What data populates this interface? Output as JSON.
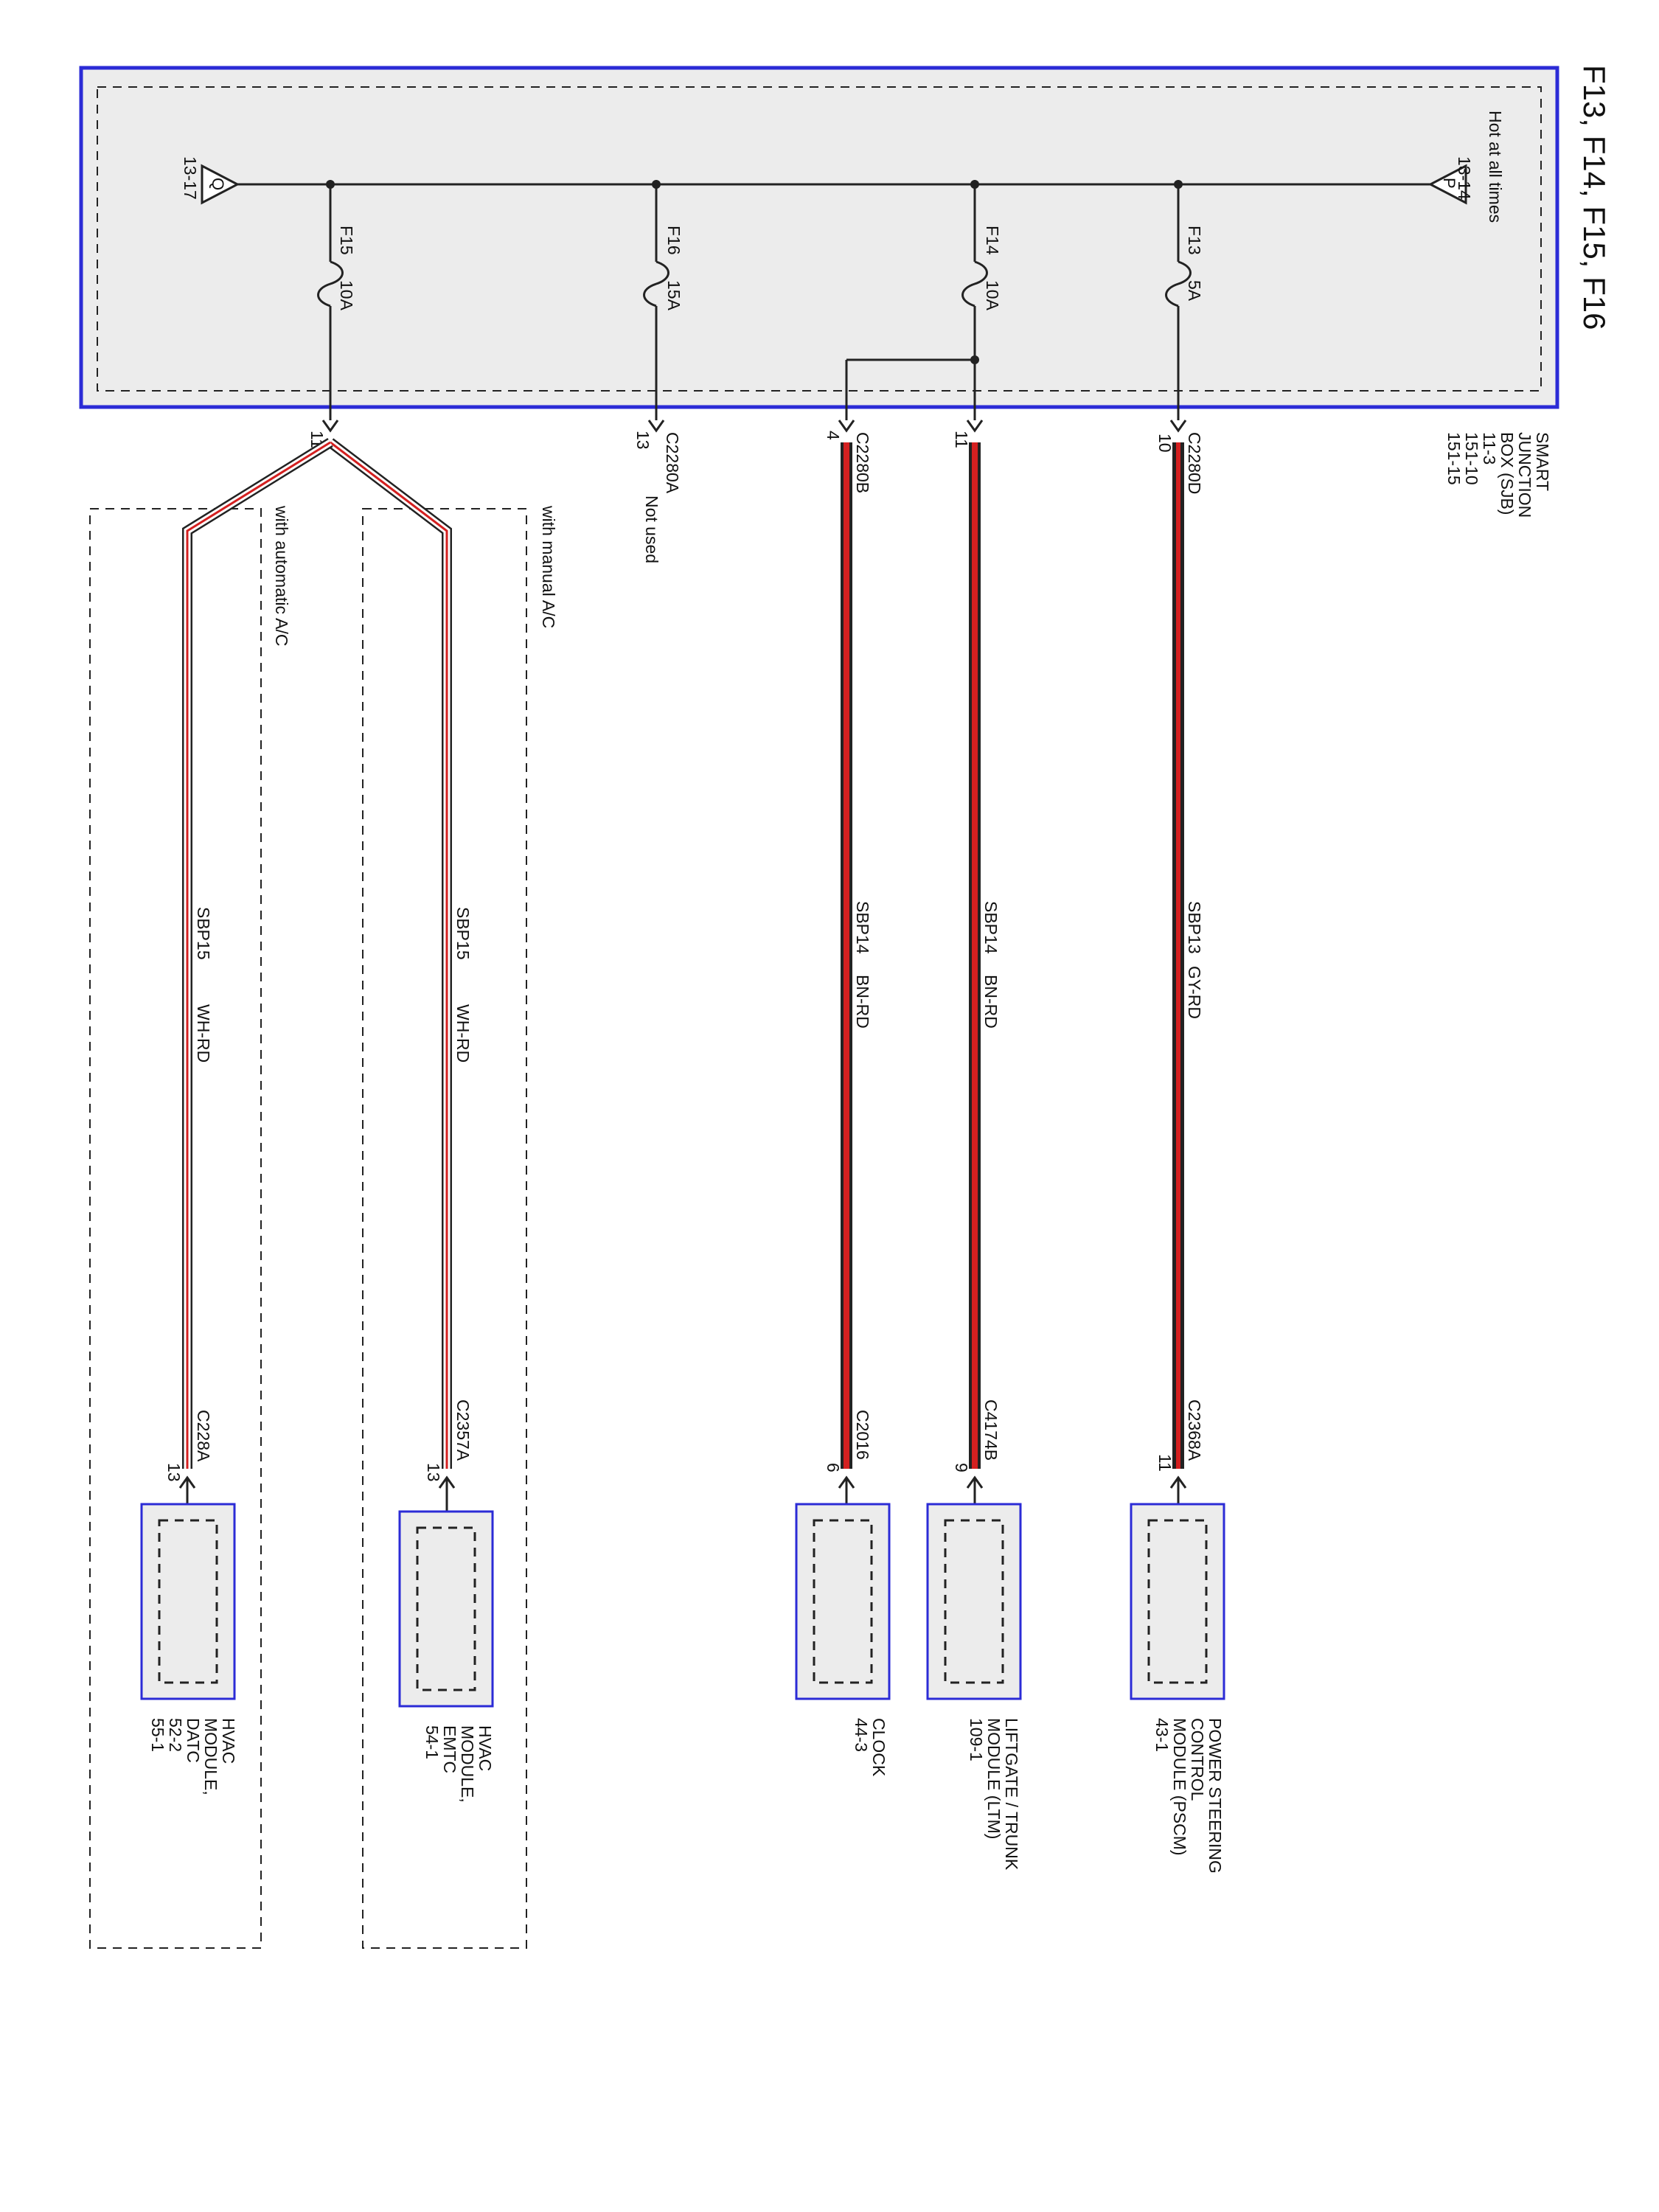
{
  "title": "F13, F14, F15, F16",
  "sjb": {
    "name_lines": [
      "SMART",
      "JUNCTION",
      "BOX (SJB)",
      "11-3",
      "151-10",
      "151-15"
    ],
    "hot_label": "Hot at all times",
    "source_p": {
      "letter": "P",
      "ref": "13-14"
    },
    "source_q": {
      "letter": "Q",
      "ref": "13-17"
    }
  },
  "fuses": [
    {
      "id": "F13",
      "rating": "5A"
    },
    {
      "id": "F14",
      "rating": "10A"
    },
    {
      "id": "F16",
      "rating": "15A"
    },
    {
      "id": "F15",
      "rating": "10A"
    }
  ],
  "sjb_connectors": [
    {
      "name": "C2280D",
      "pin": "10"
    },
    {
      "name": "C2280B",
      "pin": "4"
    },
    {
      "name": "C2280A",
      "pin": "13",
      "note": "Not used"
    }
  ],
  "circuit_f14_pin": "11",
  "circuit_f15_pin": "11",
  "wires": [
    {
      "circuit": "SBP13",
      "color": "GY-RD"
    },
    {
      "circuit": "SBP14",
      "color": "BN-RD"
    },
    {
      "circuit": "SBP14",
      "color": "BN-RD"
    },
    {
      "circuit": "SBP15",
      "color": "WH-RD"
    },
    {
      "circuit": "SBP15",
      "color": "WH-RD"
    }
  ],
  "options": {
    "manual": "with manual A/C",
    "automatic": "with automatic A/C"
  },
  "components": [
    {
      "connector": "C2368A",
      "pin": "11",
      "lines": [
        "POWER STEERING",
        "CONTROL",
        "MODULE (PSCM)",
        "43-1"
      ]
    },
    {
      "connector": "C4174B",
      "pin": "9",
      "lines": [
        "LIFTGATE / TRUNK",
        "MODULE (LTM)",
        "109-1"
      ]
    },
    {
      "connector": "C2016",
      "pin": "6",
      "lines": [
        "CLOCK",
        "44-3"
      ]
    },
    {
      "connector": "C2357A",
      "pin": "13",
      "lines": [
        "HVAC",
        "MODULE,",
        "EMTC",
        "54-1"
      ]
    },
    {
      "connector": "C228A",
      "pin": "13",
      "lines": [
        "HVAC",
        "MODULE,",
        "DATC",
        "52-2",
        "55-1"
      ]
    }
  ],
  "colors": {
    "box_border": "#2b2bd6",
    "box_fill": "#ececec",
    "wire_red": "#d42020",
    "wire_dark": "#222222"
  }
}
